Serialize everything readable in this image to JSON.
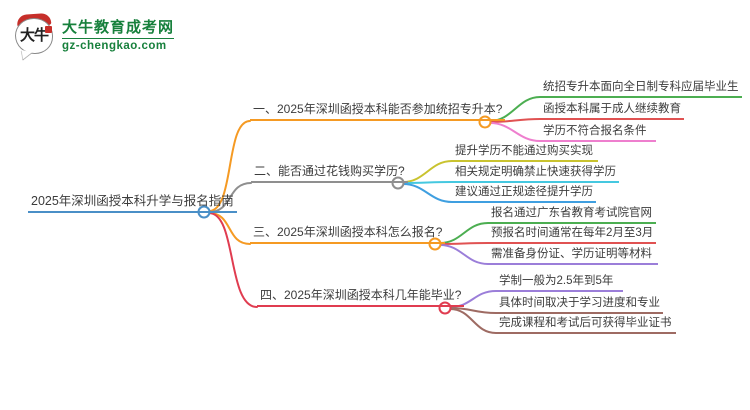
{
  "logo": {
    "icon_text": "大牛",
    "site_name": "大牛教育成考网",
    "site_url": "gz-chengkao.com"
  },
  "mindmap": {
    "root": {
      "label": "2025年深圳函授本科升学与报名指南",
      "color": "#4a8fc7"
    },
    "branches": [
      {
        "label": "一、2025年深圳函授本科能否参加统招专升本?",
        "color": "#f59a23",
        "children": [
          {
            "label": "统招专升本面向全日制专科应届毕业生",
            "color": "#4cae51"
          },
          {
            "label": "函授本科属于成人继续教育",
            "color": "#e05252"
          },
          {
            "label": "学历不符合报名条件",
            "color": "#ee7fce"
          }
        ]
      },
      {
        "label": "二、能否通过花钱购买学历?",
        "color": "#8f8f8f",
        "children": [
          {
            "label": "提升学历不能通过购买实现",
            "color": "#c9c32f"
          },
          {
            "label": "相关规定明确禁止快速获得学历",
            "color": "#45c8e0"
          },
          {
            "label": "建议通过正规途径提升学历",
            "color": "#3f9fe0"
          }
        ]
      },
      {
        "label": "三、2025年深圳函授本科怎么报名?",
        "color": "#f59a23",
        "children": [
          {
            "label": "报名通过广东省教育考试院官网",
            "color": "#4cae51"
          },
          {
            "label": "预报名时间通常在每年2月至3月",
            "color": "#e05252"
          },
          {
            "label": "需准备身份证、学历证明等材料",
            "color": "#9b7ed9"
          }
        ]
      },
      {
        "label": "四、2025年深圳函授本科几年能毕业?",
        "color": "#e03c50",
        "children": [
          {
            "label": "学制一般为2.5年到5年",
            "color": "#9b7ed9"
          },
          {
            "label": "具体时间取决于学习进度和专业",
            "color": "#9e6b63"
          },
          {
            "label": "完成课程和考试后可获得毕业证书",
            "color": "#9e6b63"
          }
        ]
      }
    ]
  }
}
